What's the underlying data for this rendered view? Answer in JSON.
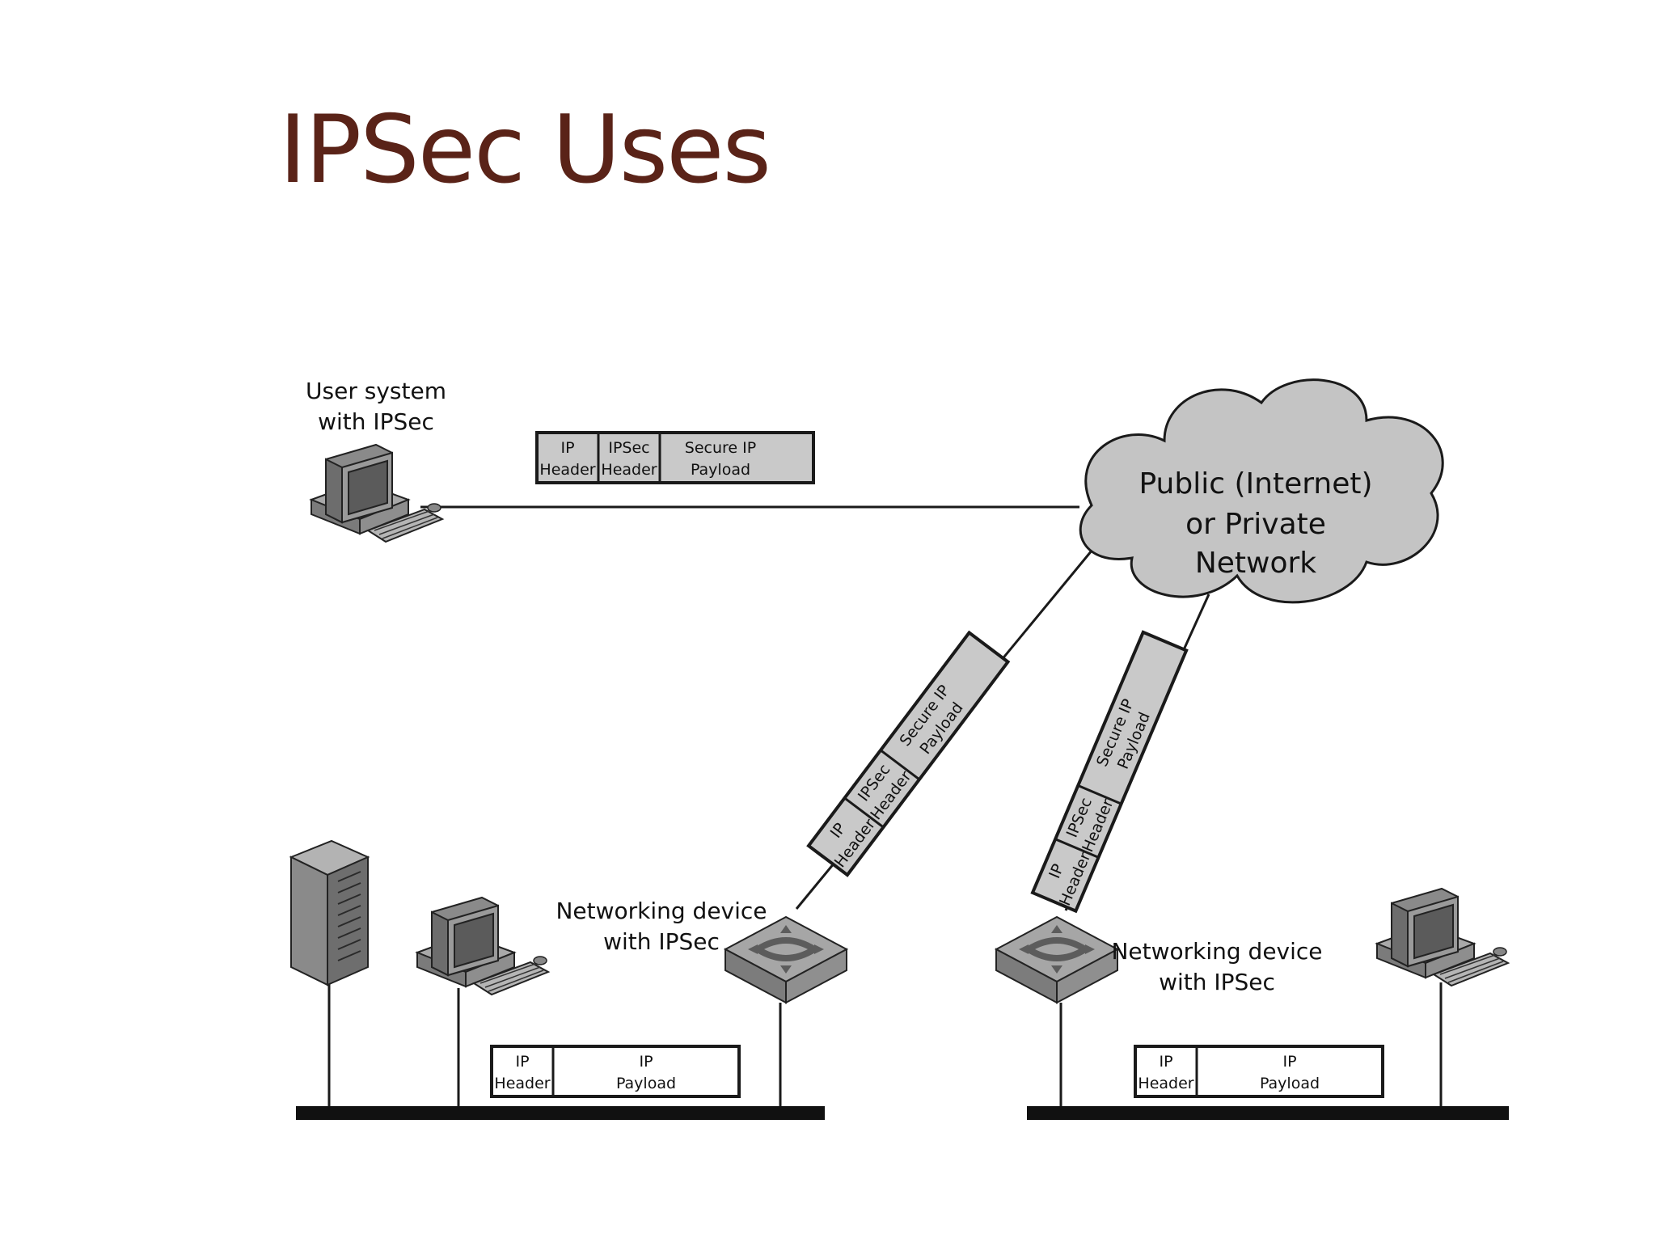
{
  "slide": {
    "title": "IPSec Uses"
  },
  "cloud": {
    "line1": "Public (Internet)",
    "line2": "or Private",
    "line3": "Network"
  },
  "user_system": {
    "line1": "User system",
    "line2": "with IPSec"
  },
  "device_left": {
    "line1": "Networking device",
    "line2": "with IPSec"
  },
  "device_right": {
    "line1": "Networking device",
    "line2": "with IPSec"
  },
  "packets": {
    "secure": {
      "ip_header": [
        "IP",
        "Header"
      ],
      "ipsec_header": [
        "IPSec",
        "Header"
      ],
      "payload": [
        "Secure IP",
        "Payload"
      ]
    },
    "plain": {
      "ip_header": [
        "IP",
        "Header"
      ],
      "payload": [
        "IP",
        "Payload"
      ]
    }
  },
  "colors": {
    "title": "#5a2318",
    "packet_fill": "#c9c9c9",
    "cloud_fill": "#c4c4c4",
    "line": "#1a1a1a"
  }
}
